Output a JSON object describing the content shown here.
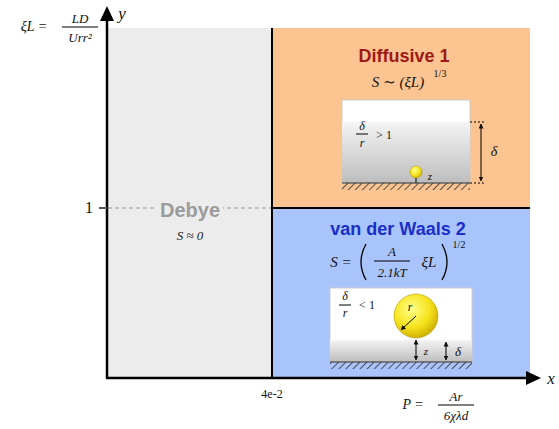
{
  "diagram": {
    "nodes": [
      {
        "text": [
          "Debye",
          "S ≈ 0"
        ]
      },
      {
        "text": [
          "Diffusive 1",
          "S ∼ (ξL)",
          "1/3"
        ]
      },
      {
        "text": [
          "δ",
          "r",
          "> 1",
          "z",
          "δ"
        ],
        "in": 1
      },
      {
        "text": [
          "van der Waals 2",
          "S =",
          "A",
          "2.1kT",
          "ξL",
          "1/2"
        ]
      },
      {
        "text": [
          "δ",
          "r",
          "< 1",
          "r",
          "z",
          "δ"
        ],
        "in": 3
      }
    ],
    "labels": [
      "y",
      "x",
      "ξL =",
      "LD",
      "Urr²",
      "1",
      "4e-2",
      "P =",
      "Ar",
      "6χλd"
    ]
  }
}
